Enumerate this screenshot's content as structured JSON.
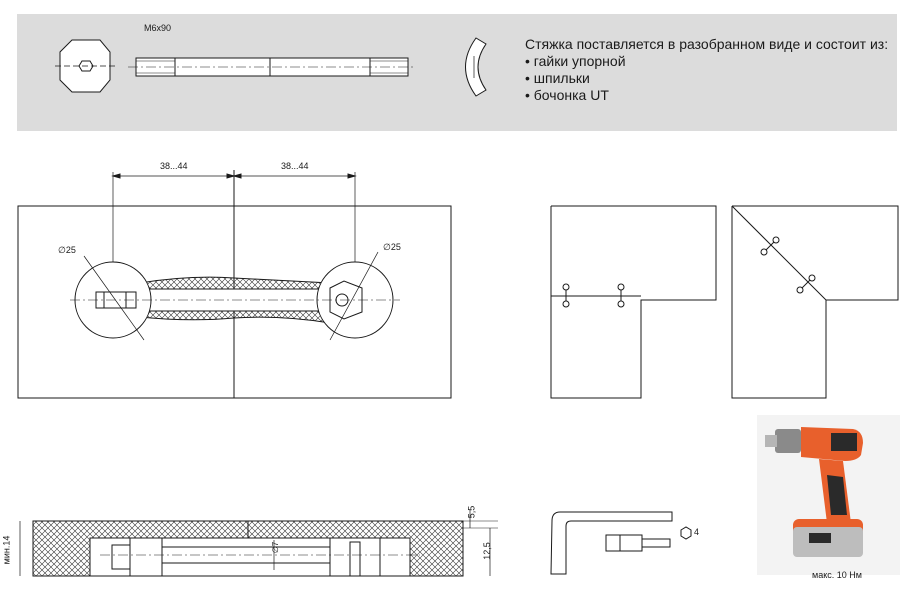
{
  "parts_panel": {
    "rod_label": "M6x90",
    "description_title": "Стяжка поставляется в разобранном виде и состоит из:",
    "items": [
      "• гайки упорной",
      "• шпильки",
      "• бочонка UT"
    ]
  },
  "top_view": {
    "dim_left": "38...44",
    "dim_right": "38...44",
    "dia_left": "∅25",
    "dia_right": "∅25"
  },
  "section_view": {
    "min_thickness": "мин.14",
    "dim_top": "5,5",
    "dim_right": "12,5",
    "dim_center": "∅7"
  },
  "tools": {
    "hex_size": "4",
    "torque": "макс. 10 Нм"
  },
  "colors": {
    "panel_bg": "#dcdcdc",
    "line": "#1a1a1a",
    "drill_body": "#e8602c",
    "drill_dark": "#2a2a2a"
  }
}
